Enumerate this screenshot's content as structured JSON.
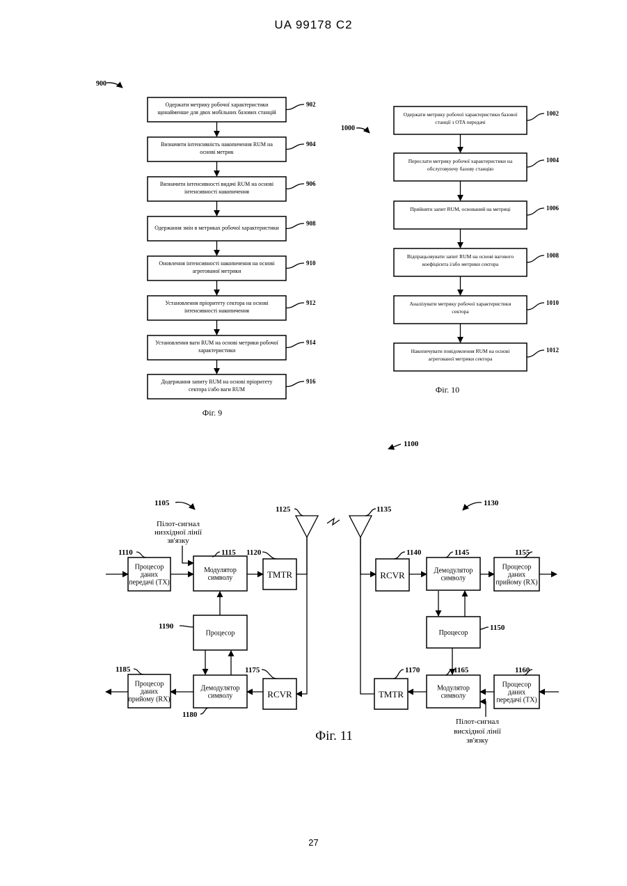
{
  "header": {
    "doc_id": "UA   99178   C2"
  },
  "page_number": "27",
  "fig9": {
    "ref": "900",
    "caption": "Фіг. 9",
    "steps": [
      {
        "id": "902",
        "line1": "Одержати метрику робочої характеристики",
        "line2": "щонайменше для двох мобільних базових станцій"
      },
      {
        "id": "904",
        "line1": "Визначити інтенсивність накопичення RUM на",
        "line2": "основі метрик"
      },
      {
        "id": "906",
        "line1": "Визначити інтенсивності видачі RUM на основі",
        "line2": "інтенсивності накопичення"
      },
      {
        "id": "908",
        "line1": "Одержання змін в метриках робочої характеристики",
        "line2": ""
      },
      {
        "id": "910",
        "line1": "Оновлення інтенсивності накопичення на основі",
        "line2": "агрегованої метрики"
      },
      {
        "id": "912",
        "line1": "Установлення пріоритету сектора на основі",
        "line2": "інтенсивності накопичення"
      },
      {
        "id": "914",
        "line1": "Установлення ваги RUM на основі метрики робочої",
        "line2": "характеристики"
      },
      {
        "id": "916",
        "line1": "Додержання запиту RUM на основі пріоритету",
        "line2": "сектора і/або ваги RUM"
      }
    ]
  },
  "fig10": {
    "ref": "1000",
    "caption": "Фіг. 10",
    "steps": [
      {
        "id": "1002",
        "line1": "Одержати метрику робочої характеристики базової",
        "line2": "станції з OTA передачі"
      },
      {
        "id": "1004",
        "line1": "Переслати метрику робочої характеристики на",
        "line2": "обслуговуючу базову станцію"
      },
      {
        "id": "1006",
        "line1": "Прийняти запит RUM, оснований на метриці",
        "line2": ""
      },
      {
        "id": "1008",
        "line1": "Відпрацьовувати запит RUM на основі вагового",
        "line2": "коефіцієнта і/або метрики сектора"
      },
      {
        "id": "1010",
        "line1": "Аналізувати метрику робочої характеристики",
        "line2": "сектора"
      },
      {
        "id": "1012",
        "line1": "Накопичувати повідомлення RUM на основі",
        "line2": "агрегованої метрики сектора"
      }
    ]
  },
  "fig11": {
    "ref": "1100",
    "caption": "Фіг. 11",
    "left_ref": "1105",
    "right_ref": "1130",
    "antenna_left": "1125",
    "antenna_right": "1135",
    "downlink_pilot": [
      "Пілот-сигнал",
      "низхідної лінії",
      "зв'язку"
    ],
    "uplink_pilot": [
      "Пілот-сигнал",
      "висхідної лінії",
      "зв'язку"
    ],
    "blocks": {
      "b1110": {
        "id": "1110",
        "lines": [
          "Процесор",
          "даних",
          "передачі (TX)"
        ]
      },
      "b1115": {
        "id": "1115",
        "lines": [
          "Модулятор",
          "символу"
        ]
      },
      "b1120": {
        "id": "1120",
        "lines": [
          "TMTR"
        ]
      },
      "b1190": {
        "id": "1190",
        "lines": [
          "Процесор"
        ]
      },
      "b1185": {
        "id": "1185",
        "lines": [
          "Процесор",
          "даних",
          "прийому (RX)"
        ]
      },
      "b1180": {
        "id": "1180",
        "lines": [
          "Демодулятор",
          "символу"
        ]
      },
      "b1175": {
        "id": "1175",
        "lines": [
          "RCVR"
        ]
      },
      "b1140": {
        "id": "1140",
        "lines": [
          "RCVR"
        ]
      },
      "b1145": {
        "id": "1145",
        "lines": [
          "Демодулятор",
          "символу"
        ]
      },
      "b1155": {
        "id": "1155",
        "lines": [
          "Процесор",
          "даних",
          "прийому (RX)"
        ]
      },
      "b1150": {
        "id": "1150",
        "lines": [
          "Процесор"
        ]
      },
      "b1170": {
        "id": "1170",
        "lines": [
          "TMTR"
        ]
      },
      "b1165": {
        "id": "1165",
        "lines": [
          "Модулятор",
          "символу"
        ]
      },
      "b1160": {
        "id": "1160",
        "lines": [
          "Процесор",
          "даних",
          "передачі (TX)"
        ]
      }
    }
  }
}
